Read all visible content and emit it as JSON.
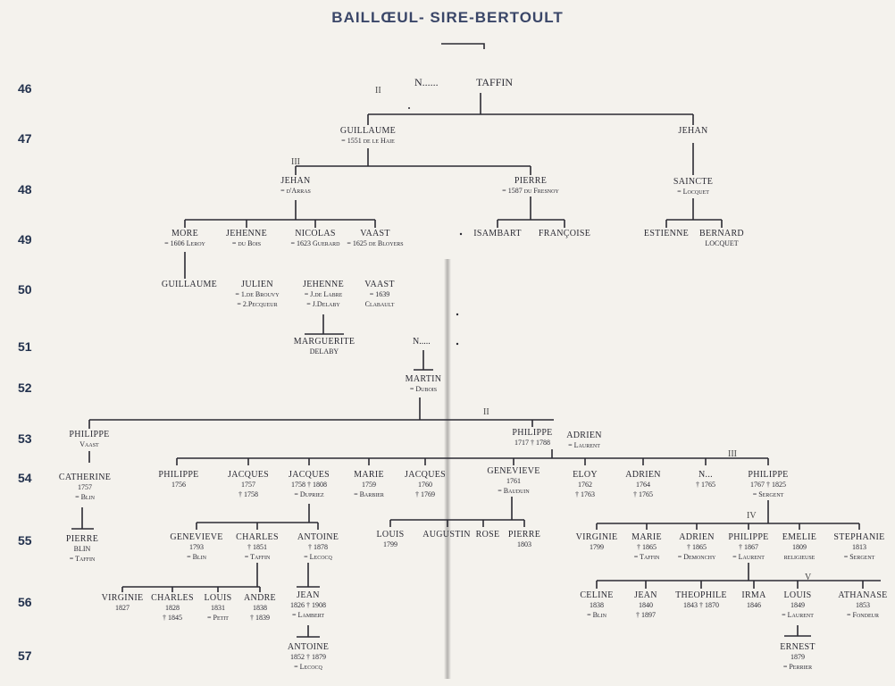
{
  "title": "BAILLŒUL-   SIRE-BERTOULT",
  "generations": [
    "46",
    "47",
    "48",
    "49",
    "50",
    "51",
    "52",
    "53",
    "54",
    "55",
    "56",
    "57"
  ],
  "roman": [
    "II",
    "III",
    "II",
    "III",
    "IV",
    "V"
  ],
  "root": {
    "left": "N......",
    "right": "TAFFIN"
  },
  "n51": "N.....",
  "nodes": [
    {
      "id": "guillaume47",
      "lines": [
        "GUILLAUME",
        "= 1551 de le Haie"
      ]
    },
    {
      "id": "jehan47",
      "lines": [
        "JEHAN"
      ]
    },
    {
      "id": "jehan48",
      "lines": [
        "JEHAN",
        "= d'Arras"
      ]
    },
    {
      "id": "pierre48",
      "lines": [
        "PIERRE",
        "= 1587 du Fresnoy"
      ]
    },
    {
      "id": "saincte48",
      "lines": [
        "SAINCTE",
        "= Locquet"
      ]
    },
    {
      "id": "more49",
      "lines": [
        "MORE",
        "= 1606 Leroy"
      ]
    },
    {
      "id": "jehenne49",
      "lines": [
        "JEHENNE",
        "= du Bois"
      ]
    },
    {
      "id": "nicolas49",
      "lines": [
        "NICOLAS",
        "= 1623 Guerard"
      ]
    },
    {
      "id": "vaast49",
      "lines": [
        "VAAST",
        "= 1625 de Bloyers"
      ]
    },
    {
      "id": "isambart49",
      "lines": [
        "ISAMBART"
      ]
    },
    {
      "id": "francoise49",
      "lines": [
        "FRANÇOISE"
      ]
    },
    {
      "id": "estienne49",
      "lines": [
        "ESTIENNE"
      ]
    },
    {
      "id": "bernard49",
      "lines": [
        "BERNARD",
        "LOCQUET"
      ]
    },
    {
      "id": "guillaume50",
      "lines": [
        "GUILLAUME"
      ]
    },
    {
      "id": "julien50",
      "lines": [
        "JULIEN",
        "= 1.de Brouvy",
        "= 2.Pecqueur"
      ]
    },
    {
      "id": "jehenne50",
      "lines": [
        "JEHENNE",
        "= J.de Labre",
        "= J.Delaby"
      ]
    },
    {
      "id": "vaast50",
      "lines": [
        "VAAST",
        "= 1639",
        "Clabault"
      ]
    },
    {
      "id": "marguerite51",
      "lines": [
        "MARGUERITE",
        "DELABY"
      ]
    },
    {
      "id": "martin52",
      "lines": [
        "MARTIN",
        "= Dubois"
      ]
    },
    {
      "id": "philippe53a",
      "lines": [
        "PHILIPPE",
        "Vaast"
      ]
    },
    {
      "id": "philippe53b",
      "lines": [
        "PHILIPPE",
        "1717 † 1788"
      ]
    },
    {
      "id": "adrien53",
      "lines": [
        "Adrien",
        "= Laurent"
      ]
    },
    {
      "id": "catherine54",
      "lines": [
        "CATHERINE",
        "1757",
        "= Blin"
      ]
    },
    {
      "id": "philippe54a",
      "lines": [
        "PHILIPPE",
        "1756"
      ]
    },
    {
      "id": "jacques54a",
      "lines": [
        "JACQUES",
        "1757",
        "† 1758"
      ]
    },
    {
      "id": "jacques54b",
      "lines": [
        "JACQUES",
        "1758 † 1808",
        "= Dupriez"
      ]
    },
    {
      "id": "marie54",
      "lines": [
        "MARIE",
        "1759",
        "= Barbier"
      ]
    },
    {
      "id": "jacques54c",
      "lines": [
        "JACQUES",
        "1760",
        "† 1769"
      ]
    },
    {
      "id": "genevieve54",
      "lines": [
        "GENEVIEVE",
        "1761",
        "= Bauduin"
      ]
    },
    {
      "id": "eloy54",
      "lines": [
        "ELOY",
        "1762",
        "† 1763"
      ]
    },
    {
      "id": "adrien54",
      "lines": [
        "ADRIEN",
        "1764",
        "† 1765"
      ]
    },
    {
      "id": "nx54",
      "lines": [
        "N...",
        "† 1765"
      ]
    },
    {
      "id": "philippe54b",
      "lines": [
        "PHILIPPE",
        "1767 † 1825",
        "= Sergent"
      ]
    },
    {
      "id": "pierre55a",
      "lines": [
        "PIERRE",
        "BLIN",
        "= Taffin"
      ]
    },
    {
      "id": "genevieve55",
      "lines": [
        "GENEVIEVE",
        "1793",
        "= Blin"
      ]
    },
    {
      "id": "charles55",
      "lines": [
        "CHARLES",
        "† 1851",
        "= Taffin"
      ]
    },
    {
      "id": "antoine55",
      "lines": [
        "ANTOINE",
        "† 1878",
        "= Lecocq"
      ]
    },
    {
      "id": "louis55a",
      "lines": [
        "LOUIS",
        "1799"
      ]
    },
    {
      "id": "augustin55",
      "lines": [
        "AUGUSTIN"
      ]
    },
    {
      "id": "rose55",
      "lines": [
        "ROSE"
      ]
    },
    {
      "id": "pierre55b",
      "lines": [
        "PIERRE",
        "1803"
      ]
    },
    {
      "id": "virginie55",
      "lines": [
        "VIRGINIE",
        "1799"
      ]
    },
    {
      "id": "marie55",
      "lines": [
        "MARIE",
        "† 1865",
        "= Taffin"
      ]
    },
    {
      "id": "adrien55",
      "lines": [
        "ADRIEN",
        "† 1865",
        "= Demonchy"
      ]
    },
    {
      "id": "philippe55",
      "lines": [
        "PHILIPPE",
        "† 1867",
        "= Laurent"
      ]
    },
    {
      "id": "emelie55",
      "lines": [
        "EMELIE",
        "1809",
        "religieuse"
      ]
    },
    {
      "id": "stephanie55",
      "lines": [
        "STEPHANIE",
        "1813",
        "= Sergent"
      ]
    },
    {
      "id": "virginie56",
      "lines": [
        "VIRGINIE",
        "1827"
      ]
    },
    {
      "id": "charles56",
      "lines": [
        "CHARLES",
        "1828",
        "† 1845"
      ]
    },
    {
      "id": "louis56a",
      "lines": [
        "LOUIS",
        "1831",
        "= Petit"
      ]
    },
    {
      "id": "andre56",
      "lines": [
        "ANDRE",
        "1838",
        "† 1839"
      ]
    },
    {
      "id": "jean56a",
      "lines": [
        "JEAN",
        "1826 † 1908",
        "= Lambert"
      ]
    },
    {
      "id": "celine56",
      "lines": [
        "CELINE",
        "1838",
        "= Blin"
      ]
    },
    {
      "id": "jean56b",
      "lines": [
        "JEAN",
        "1840",
        "† 1897"
      ]
    },
    {
      "id": "theophile56",
      "lines": [
        "THEOPHILE",
        "1843 † 1870"
      ]
    },
    {
      "id": "irma56",
      "lines": [
        "IRMA",
        "1846"
      ]
    },
    {
      "id": "louis56b",
      "lines": [
        "LOUIS",
        "1849",
        "= Laurent"
      ]
    },
    {
      "id": "athanase56",
      "lines": [
        "ATHANASE",
        "1853",
        "= Fondeur"
      ]
    },
    {
      "id": "antoine57",
      "lines": [
        "ANTOINE",
        "1852 † 1879",
        "= Lecocq"
      ]
    },
    {
      "id": "ernest57",
      "lines": [
        "ERNEST",
        "1879",
        "= Perrier"
      ]
    }
  ]
}
